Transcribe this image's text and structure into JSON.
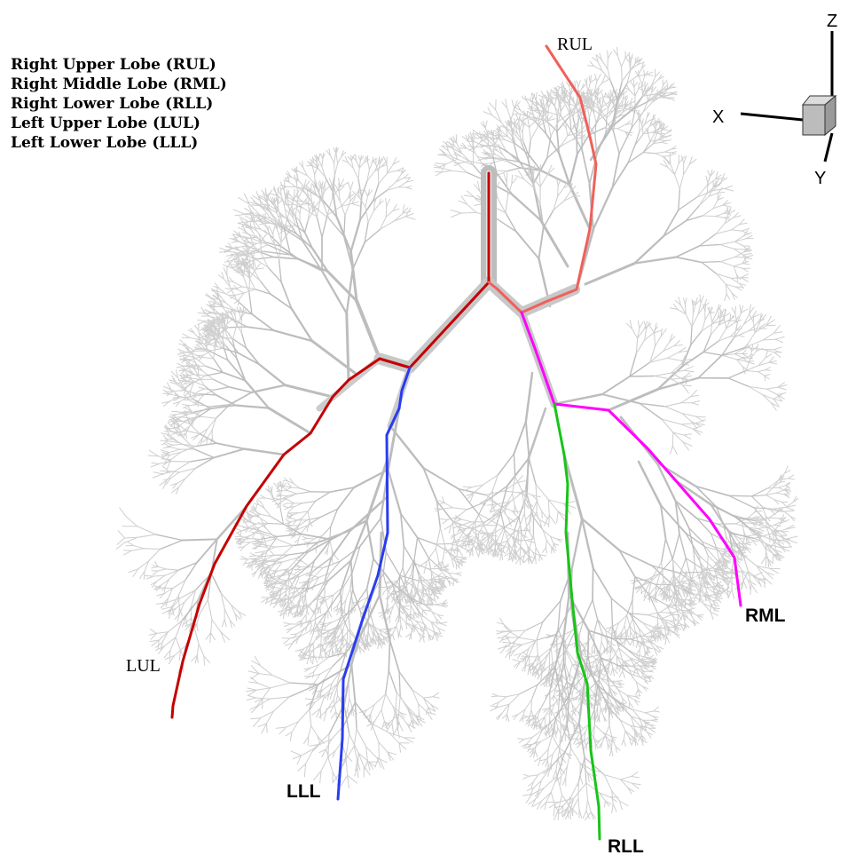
{
  "legend": [
    "Right Upper Lobe (RUL)",
    "Right Middle Lobe (RML)",
    "Right Lower Lobe (RLL)",
    "Left Upper Lobe (LUL)",
    "Left Lower Lobe (LLL)"
  ],
  "labels": {
    "rul": "RUL",
    "rml": "RML",
    "rll": "RLL",
    "lul": "LUL",
    "lll": "LLL"
  },
  "axes": {
    "x": "X",
    "y": "Y",
    "z": "Z"
  },
  "colors": {
    "background": "#ffffff",
    "airway": "#c4c4c4",
    "trachea": "#bdbdbd",
    "rul": "#f0605a",
    "rml": "#ff00ff",
    "rll": "#18c418",
    "lul": "#c40000",
    "lll": "#2a3cf0",
    "main_path": "#c40000"
  }
}
